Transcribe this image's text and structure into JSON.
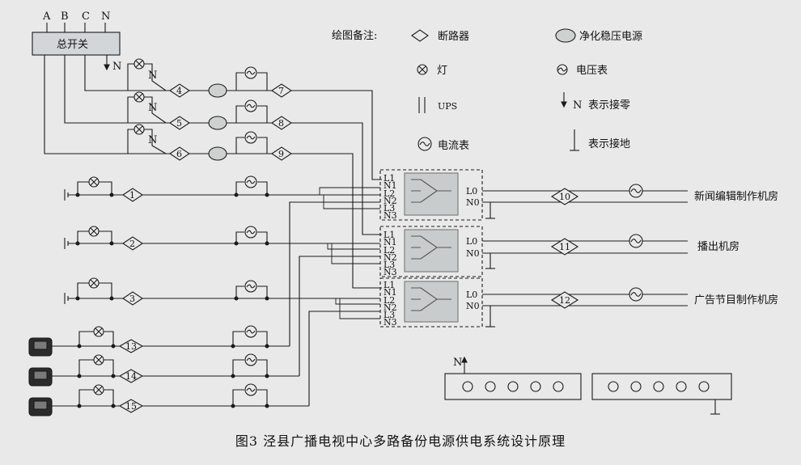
{
  "phases": [
    "A",
    "B",
    "C",
    "N"
  ],
  "main_switch": "总开关",
  "neutral": "N",
  "legend": {
    "title": "绘图备注:",
    "breaker": "断路器",
    "regulator": "净化稳压电源",
    "lamp": "灯",
    "voltmeter": "电压表",
    "ups": "UPS",
    "neutral_symbol": "N",
    "neutral_desc": "表示接零",
    "ammeter": "电流表",
    "ground_desc": "表示接地"
  },
  "breaker_numbers": [
    "1",
    "2",
    "3",
    "4",
    "5",
    "6",
    "7",
    "8",
    "9",
    "10",
    "11",
    "12",
    "13",
    "14",
    "15"
  ],
  "switch_inputs": [
    "L1",
    "N1",
    "L2",
    "N2",
    "L3",
    "N3"
  ],
  "switch_outputs": [
    "L0",
    "N0"
  ],
  "rooms": [
    "新闻编辑制作机房",
    "播出机房",
    "广告节目制作机房"
  ],
  "busbar_neutral": "N",
  "caption": "图3   泾县广播电视中心多路备份电源供电系统设计原理",
  "colors": {
    "background": "#e9e9ea",
    "line": "#1a1a1a",
    "panel": "#c9cccd",
    "regulator": "#cfd0d0"
  }
}
